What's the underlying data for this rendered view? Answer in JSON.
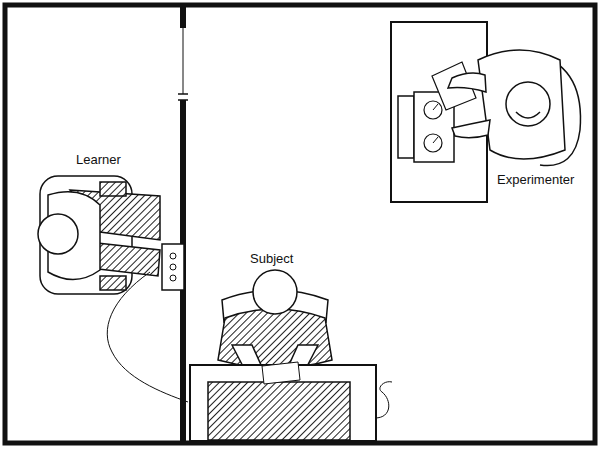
{
  "diagram": {
    "labels": [
      "Learner",
      "Subject",
      "Experimenter"
    ]
  }
}
